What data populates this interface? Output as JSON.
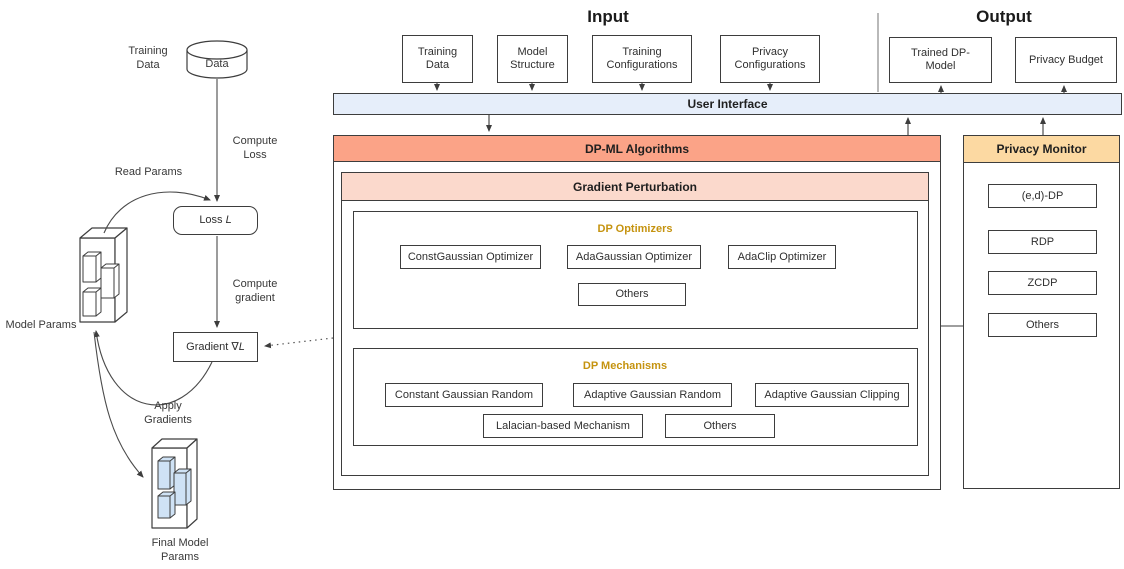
{
  "left_flow": {
    "training_data_label": "Training Data",
    "data_label": "Data",
    "compute_loss_label": "Compute Loss",
    "read_params_label": "Read Params",
    "loss_node": {
      "prefix": "Loss",
      "symbol": "L"
    },
    "compute_gradient_label": "Compute gradient",
    "model_params_label": "Model Params",
    "gradient_node": {
      "prefix": "Gradient",
      "symbol": "∇L"
    },
    "apply_gradients_label": "Apply Gradients",
    "final_model_params_label": "Final Model Params"
  },
  "input_section": {
    "title": "Input",
    "boxes": [
      "Training Data",
      "Model Structure",
      "Training Configurations",
      "Privacy Configurations"
    ]
  },
  "output_section": {
    "title": "Output",
    "boxes": [
      "Trained DP-Model",
      "Privacy Budget"
    ]
  },
  "user_interface": {
    "label": "User Interface"
  },
  "dpml": {
    "title": "DP-ML Algorithms",
    "subtitle": "Gradient Perturbation",
    "optimizers": {
      "title": "DP Optimizers",
      "items": [
        "ConstGaussian Optimizer",
        "AdaGaussian Optimizer",
        "AdaClip Optimizer",
        "Others"
      ]
    },
    "mechanisms": {
      "title": "DP Mechanisms",
      "items": [
        "Constant Gaussian Random",
        "Adaptive Gaussian Random",
        "Adaptive Gaussian Clipping",
        "Lalacian-based Mechanism",
        "Others"
      ]
    }
  },
  "privacy_monitor": {
    "title": "Privacy Monitor",
    "items": [
      "(e,d)-DP",
      "RDP",
      "ZCDP",
      "Others"
    ]
  },
  "colors": {
    "ui_bar": "#e6eefa",
    "dpml_header": "#fba387",
    "gradient_perturbation_header": "#fbd9cc",
    "privacy_monitor_header": "#fcd9a2",
    "gold_text": "#c5930f",
    "final_param_fill": "#cfe2f5",
    "border": "#3d3d3d"
  }
}
